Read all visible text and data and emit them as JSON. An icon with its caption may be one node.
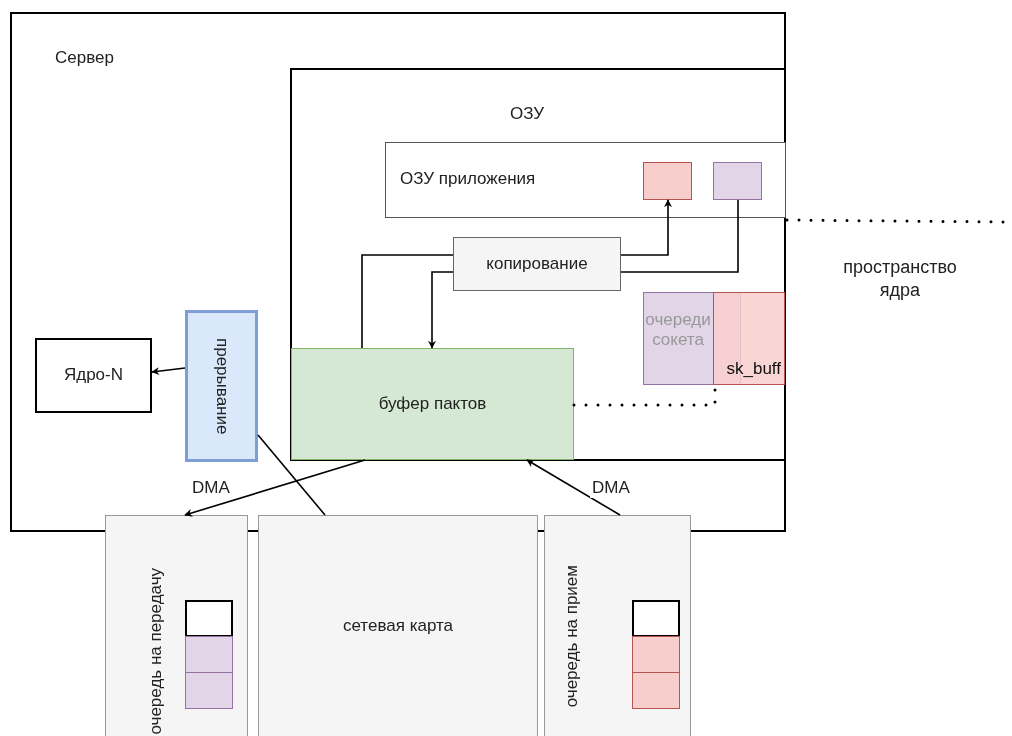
{
  "diagram": {
    "nodes": [
      {
        "text": [
          "Сервер"
        ]
      },
      {
        "text": [
          "ОЗУ"
        ],
        "in": 0
      },
      {
        "text": [
          "ОЗУ приложения"
        ],
        "in": 1
      },
      {
        "text": [],
        "shape": "box",
        "in": 2
      },
      {
        "text": [],
        "shape": "box",
        "in": 2
      },
      {
        "text": [
          "копирование"
        ],
        "in": 1
      },
      {
        "text": [
          "буфер пактов"
        ],
        "in": 1
      },
      {
        "text": [
          "очереди сокета",
          "sk_buff"
        ],
        "in": 1
      },
      {
        "text": [
          "Ядро-N"
        ],
        "in": 0
      },
      {
        "text": [
          "прерывание"
        ],
        "in": 0
      },
      {
        "text": [
          "очередь на передачу"
        ]
      },
      {
        "text": [],
        "shape": "box",
        "in": 10
      },
      {
        "text": [],
        "shape": "box",
        "in": 10
      },
      {
        "text": [],
        "shape": "box",
        "in": 10
      },
      {
        "text": [
          "сетевая карта"
        ]
      },
      {
        "text": [
          "очередь на прием"
        ]
      },
      {
        "text": [],
        "shape": "box",
        "in": 15
      },
      {
        "text": [],
        "shape": "box",
        "in": 15
      },
      {
        "text": [],
        "shape": "box",
        "in": 15
      }
    ],
    "edges": [
      {
        "from": 6,
        "to": 5,
        "arrow": "none"
      },
      {
        "from": 5,
        "to": 3,
        "arrow": "to"
      },
      {
        "from": 4,
        "to": 5,
        "arrow": "none"
      },
      {
        "from": 5,
        "to": 6,
        "arrow": "to"
      },
      {
        "from": 9,
        "to": 8,
        "arrow": "to"
      },
      {
        "from": 6,
        "to": 10,
        "arrow": "to",
        "label": "DMA"
      },
      {
        "from": 15,
        "to": 6,
        "arrow": "to",
        "label": "DMA"
      },
      {
        "from": 9,
        "to": 14,
        "arrow": "none"
      },
      {
        "from": 6,
        "to": 7,
        "arrow": "none",
        "style": "dashed"
      }
    ],
    "labels": [
      "пространство ядра"
    ]
  }
}
